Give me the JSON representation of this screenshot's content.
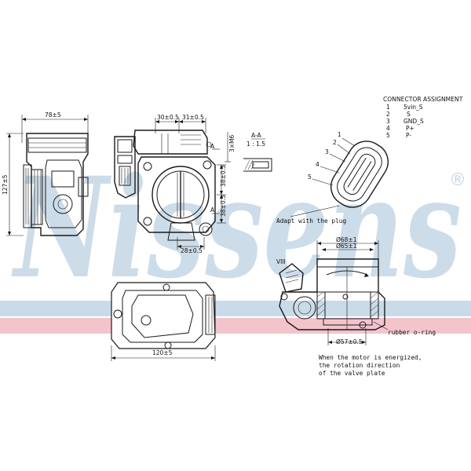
{
  "watermark": {
    "text": "Nissens",
    "trademark": "®",
    "color": "#c5d6e6",
    "band_blue": "#c9dbe9",
    "band_pink": "#f3c4cc"
  },
  "side_view": {
    "width_dim": "78±5",
    "height_dim": "127±5"
  },
  "front_view": {
    "dim_top_left": "30±0.5",
    "dim_top_right": "31±0.5",
    "dim_right_upper": "38±0.5",
    "dim_right_lower": "38±0.5",
    "dim_bottom": "28±0.5",
    "section_mark": "A",
    "section_mark_lower": "A",
    "thread": "3×M6"
  },
  "section_detail": {
    "label": "A-A",
    "scale": "1 : 1.5"
  },
  "plug_view": {
    "pins": [
      "1",
      "2",
      "3",
      "4",
      "5"
    ],
    "caption": "Adapt with the plug"
  },
  "connector": {
    "title": "CONNECTOR ASSIGNMENT",
    "rows": [
      {
        "num": "1",
        "signal": "5vin_S"
      },
      {
        "num": "2",
        "signal": "S"
      },
      {
        "num": "3",
        "signal": "GND_S"
      },
      {
        "num": "4",
        "signal": "P+"
      },
      {
        "num": "5",
        "signal": "P-"
      }
    ]
  },
  "bottom_view": {
    "width_dim": "120±5"
  },
  "cutaway_view": {
    "dim_outer": "Ø68±1",
    "dim_inner": "Ø65±1",
    "dim_bottom": "Ø57±0.5",
    "view_label": "VIII",
    "oring_label": "rubber o-ring"
  },
  "note": {
    "lines": [
      "When the motor is energized,",
      "the rotation direction",
      "of the valve plate"
    ]
  }
}
